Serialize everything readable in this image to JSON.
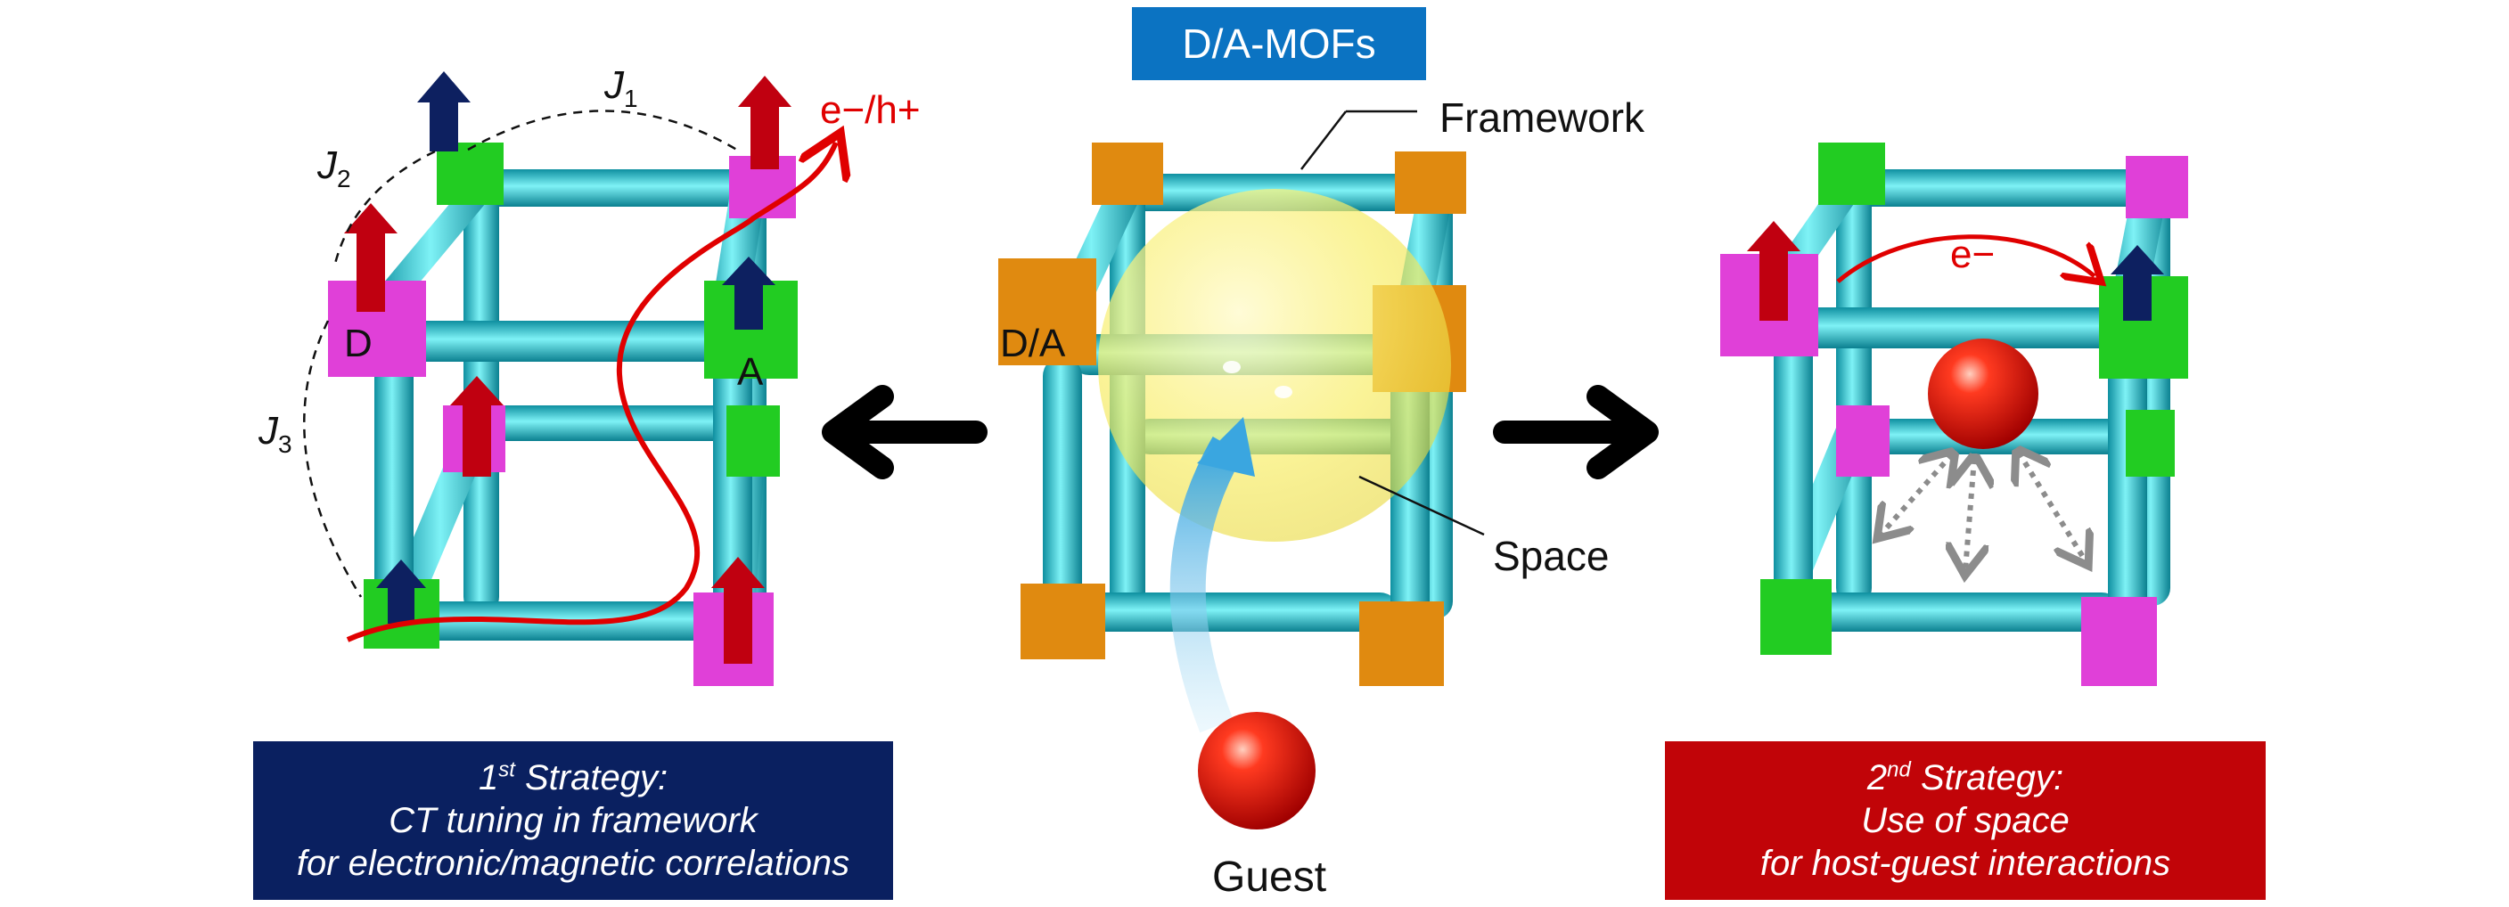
{
  "title": "D/A-MOFs",
  "labels": {
    "framework": "Framework",
    "space": "Space",
    "guest": "Guest",
    "da": "D/A",
    "donor": "D",
    "acceptor": "A",
    "carrier": "e−/h+",
    "electron": "e−",
    "j1": "J",
    "j1_sub": "1",
    "j2": "J",
    "j2_sub": "2",
    "j3": "J",
    "j3_sub": "3"
  },
  "strategy1": {
    "heading_num": "1",
    "heading_sup": "st",
    "heading_rest": " Strategy:",
    "line1": "CT tuning in framework",
    "line2": "for electronic/magnetic correlations"
  },
  "strategy2": {
    "heading_num": "2",
    "heading_sup": "nd",
    "heading_rest": " Strategy:",
    "line1": "Use of space",
    "line2": "for host-guest interactions"
  },
  "colors": {
    "rod": "#22c8d2",
    "donor": "#e040d8",
    "acceptor": "#22cc22",
    "node": "#e08a10",
    "spin_up": "#c00010",
    "spin_down": "#0d2060",
    "sphere": "#f8ee6a",
    "guest": "#e01010",
    "title_bg": "#0b73c2",
    "strategy1_bg": "#0a2060",
    "strategy2_bg": "#c10408",
    "path": "#e00000"
  }
}
